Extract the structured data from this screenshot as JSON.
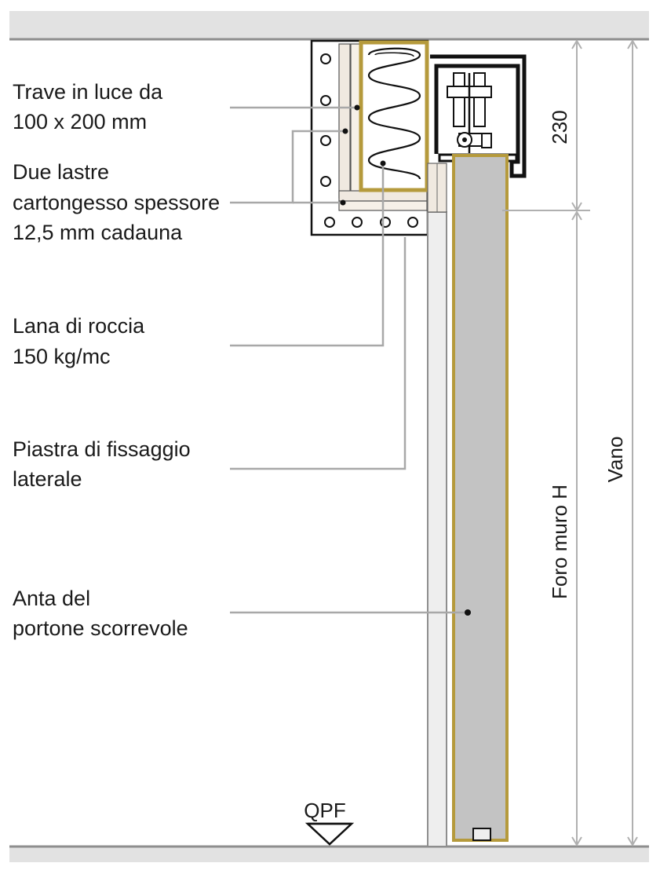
{
  "labels": {
    "beam_line1": "Trave in luce da",
    "beam_line2": "100 x 200 mm",
    "plaster_line1": "Due lastre",
    "plaster_line2": "cartongesso spessore",
    "plaster_line3": "12,5 mm cadauna",
    "wool_line1": "Lana di roccia",
    "wool_line2": "150 kg/mc",
    "plate_line1": "Piastra di fissaggio",
    "plate_line2": "laterale",
    "leaf_line1": "Anta del",
    "leaf_line2": "portone scorrevole"
  },
  "dimensions": {
    "top_height": "230",
    "wall_opening": "Foro muro H",
    "clear_opening": "Vano"
  },
  "floor_marker": "QPF",
  "colors": {
    "ceiling_floor": "#d4d4d4",
    "beam_frame": "#b59a3c",
    "door_leaf": "#c3c3c3",
    "leaf_edge": "#b59a3c",
    "plasterboard": "#f0e9e0",
    "leader": "#a8a8a8"
  }
}
